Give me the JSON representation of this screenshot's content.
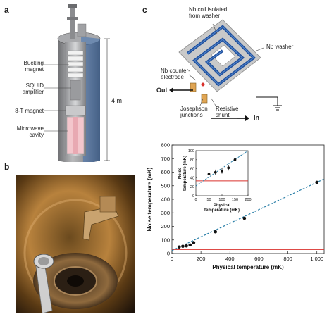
{
  "panels": {
    "a": "a",
    "b": "b",
    "c": "c"
  },
  "cryostat": {
    "labels": {
      "bucking_magnet": "Bucking\nmagnet",
      "squid_amplifier": "SQUID\namplifier",
      "magnet_8t": "8-T magnet",
      "microwave_cavity": "Microwave\ncavity",
      "height": "4 m"
    }
  },
  "squid": {
    "labels": {
      "nb_coil": "Nb coil isolated\nfrom washer",
      "nb_washer": "Nb washer",
      "counter_electrode": "Nb counter-\nelectrode",
      "out": "Out",
      "josephson": "Josephson\njunctions",
      "resistive_shunt": "Resistive\nshunt",
      "in": "In"
    }
  },
  "colors": {
    "coil_blue": "#1f4f9c",
    "washer_gray": "#c9c9c9",
    "red_line": "#d9302c",
    "fit_dash": "#2a7fa8",
    "points": "#111111"
  },
  "chart_data": [
    {
      "type": "scatter",
      "xlabel": "Physical temperature (mK)",
      "ylabel": "Noise temperature (mK)",
      "xlim": [
        0,
        1050
      ],
      "ylim": [
        0,
        800
      ],
      "xticks": [
        "0",
        "200",
        "400",
        "600",
        "800",
        "1,000"
      ],
      "yticks": [
        "0",
        "100",
        "200",
        "300",
        "400",
        "500",
        "600",
        "700",
        "800"
      ],
      "grid": false,
      "points": [
        {
          "x": 50,
          "y": 48
        },
        {
          "x": 75,
          "y": 53
        },
        {
          "x": 100,
          "y": 56
        },
        {
          "x": 125,
          "y": 63
        },
        {
          "x": 150,
          "y": 80
        },
        {
          "x": 300,
          "y": 160
        },
        {
          "x": 500,
          "y": 260
        },
        {
          "x": 1000,
          "y": 525
        }
      ],
      "fit_line": {
        "x": [
          0,
          1050
        ],
        "y": [
          22,
          550
        ]
      },
      "quantum_limit": 30
    },
    {
      "type": "scatter",
      "xlabel": "Physical\ntemperature (mK)",
      "ylabel": "Noise\ntemperature (mK)",
      "xlim": [
        0,
        200
      ],
      "ylim": [
        0,
        100
      ],
      "xticks": [
        "0",
        "50",
        "100",
        "150",
        "200"
      ],
      "yticks": [
        "0",
        "20",
        "40",
        "60",
        "80",
        "100"
      ],
      "points": [
        {
          "x": 50,
          "y": 48,
          "err": 4
        },
        {
          "x": 75,
          "y": 52,
          "err": 6
        },
        {
          "x": 100,
          "y": 55,
          "err": 6
        },
        {
          "x": 125,
          "y": 62,
          "err": 6
        },
        {
          "x": 150,
          "y": 80,
          "err": 7
        }
      ],
      "fit_line": {
        "x": [
          0,
          200
        ],
        "y": [
          22,
          100
        ]
      },
      "quantum_limit": 33
    }
  ]
}
